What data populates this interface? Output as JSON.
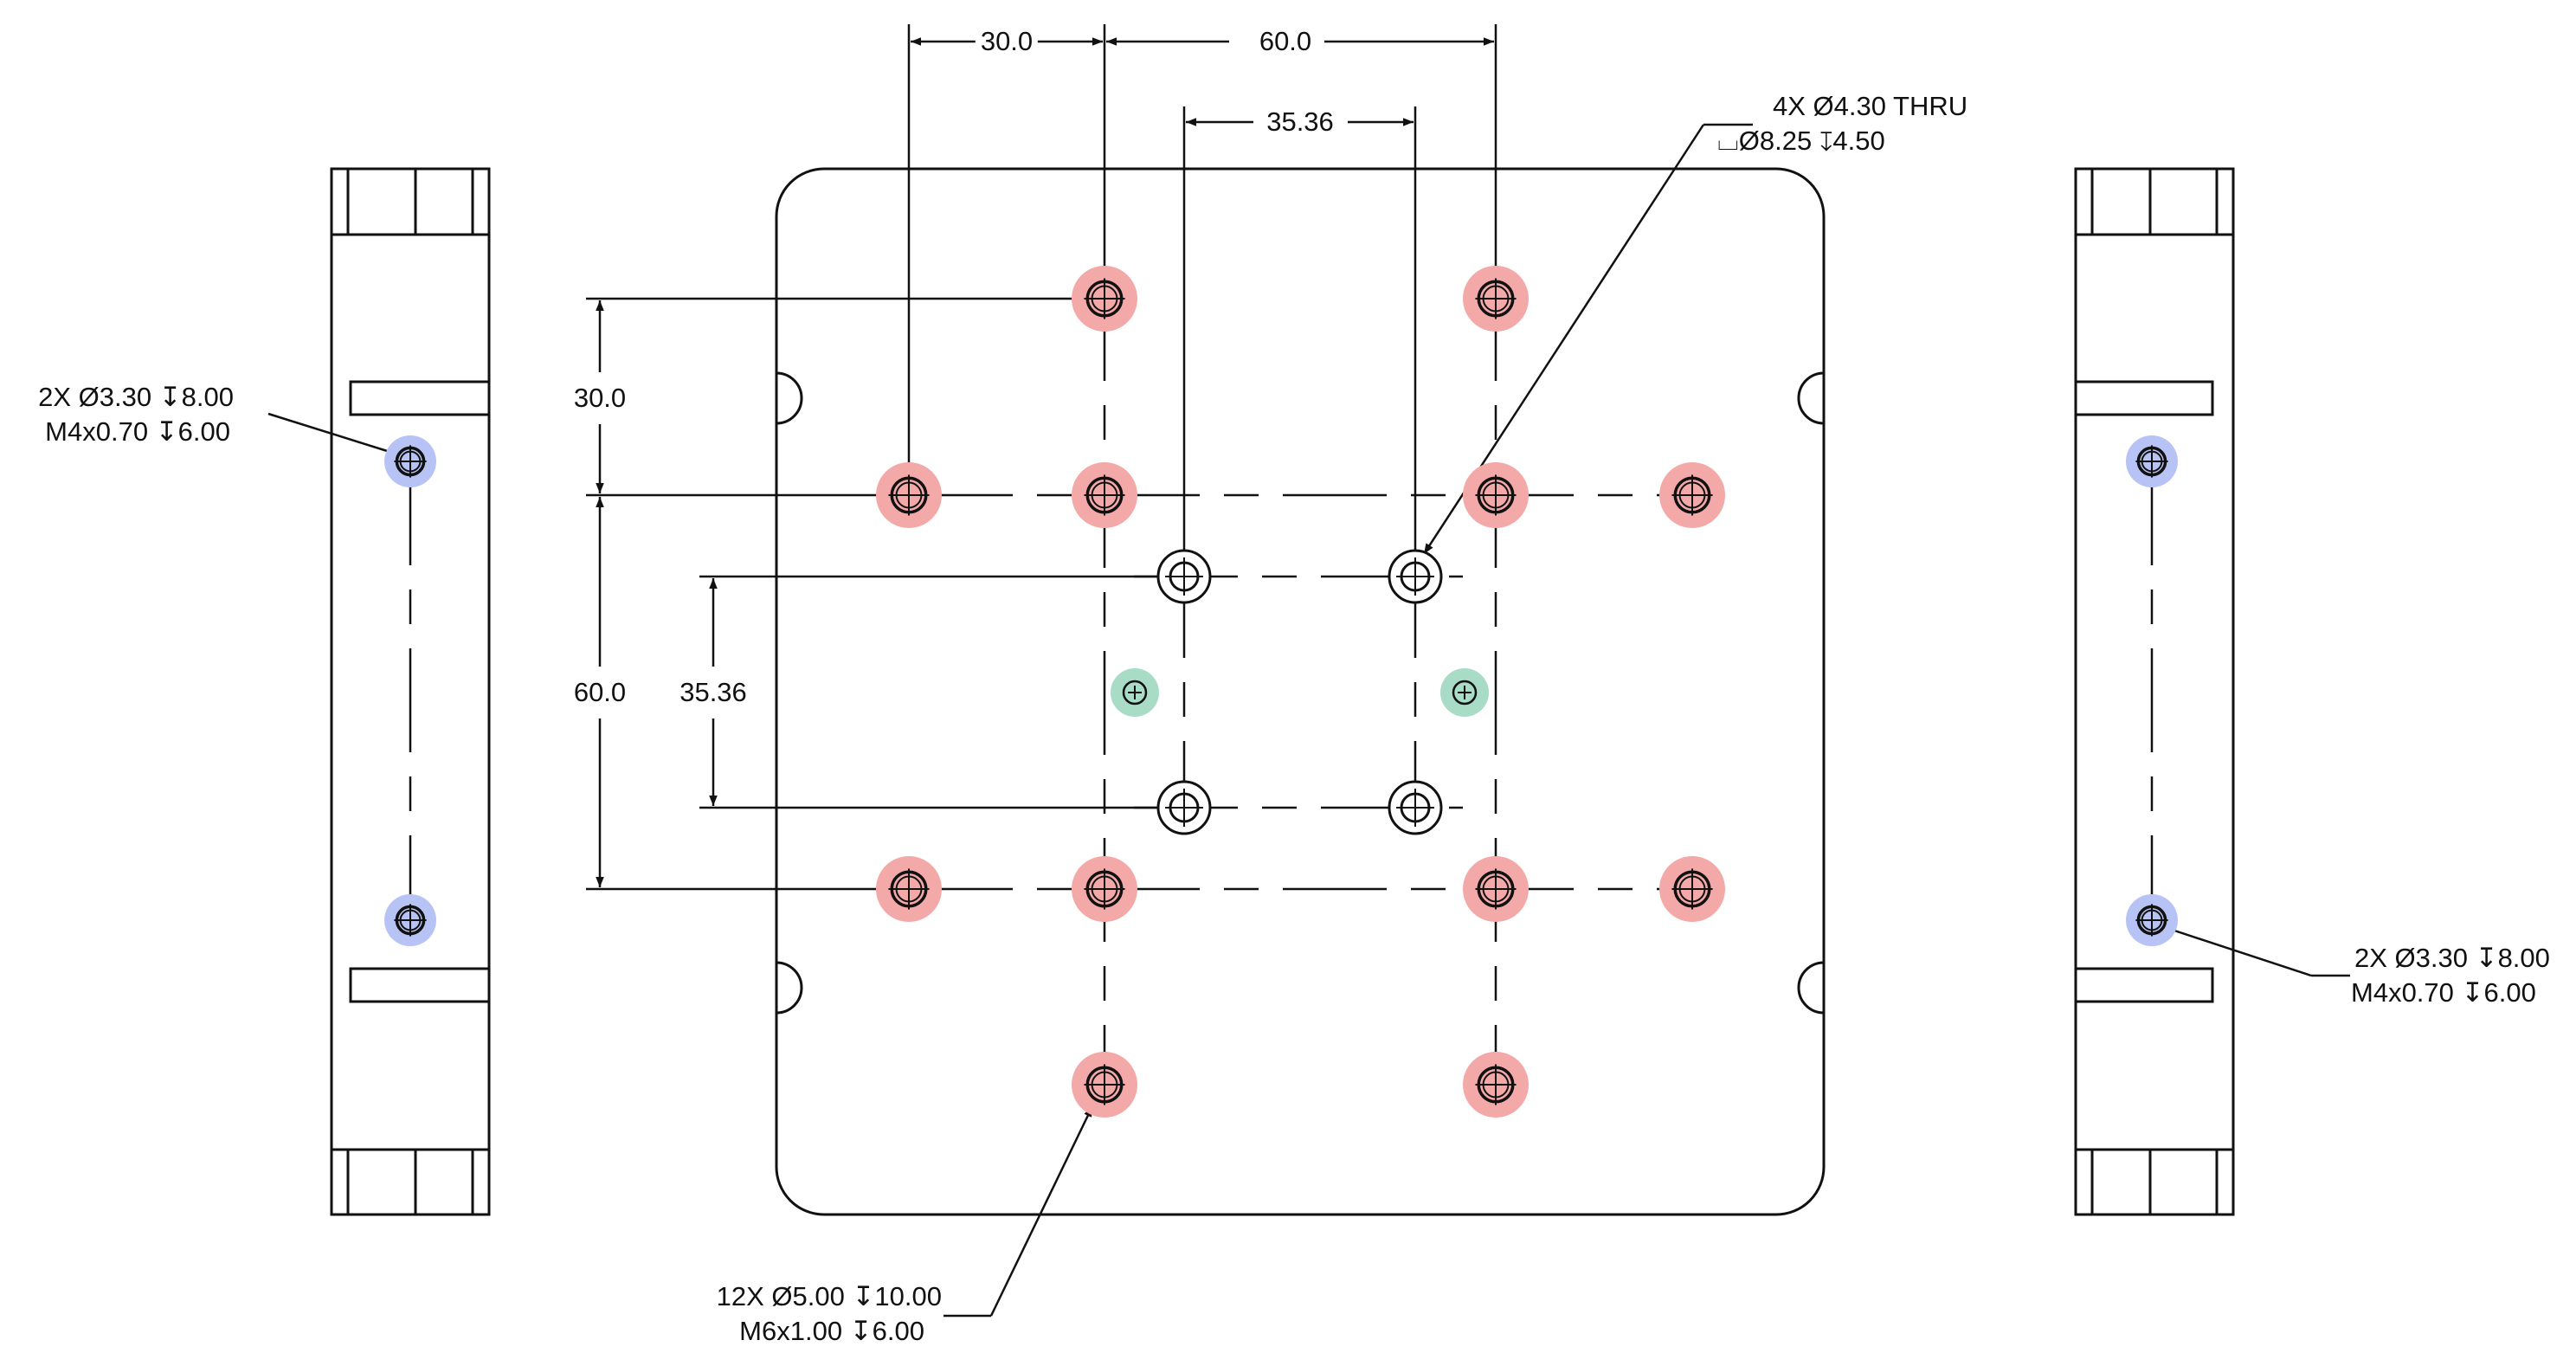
{
  "colors": {
    "line": "#111111",
    "m6_highlight": "#f4a9a9",
    "m4_highlight": "#b7c3f4",
    "pin_highlight": "#a9dcc6",
    "background": "#ffffff"
  },
  "dimensions": {
    "top_30": "30.0",
    "top_60": "60.0",
    "top_35": "35.36",
    "left_30": "30.0",
    "left_60": "60.0",
    "left_35": "35.36"
  },
  "callouts": {
    "counterbore": {
      "line1": "4X Ø4.30 THRU",
      "line2": "⌴Ø8.25 ↧4.50"
    },
    "m6_tapped": {
      "line1": "12X Ø5.00 ↧10.00",
      "line2": "M6x1.00 ↧6.00"
    },
    "m4_left": {
      "line1": "2X Ø3.30 ↧8.00",
      "line2": "M4x0.70 ↧6.00"
    },
    "m4_right": {
      "line1": "2X Ø3.30 ↧8.00",
      "line2": "M4x0.70 ↧6.00"
    }
  }
}
